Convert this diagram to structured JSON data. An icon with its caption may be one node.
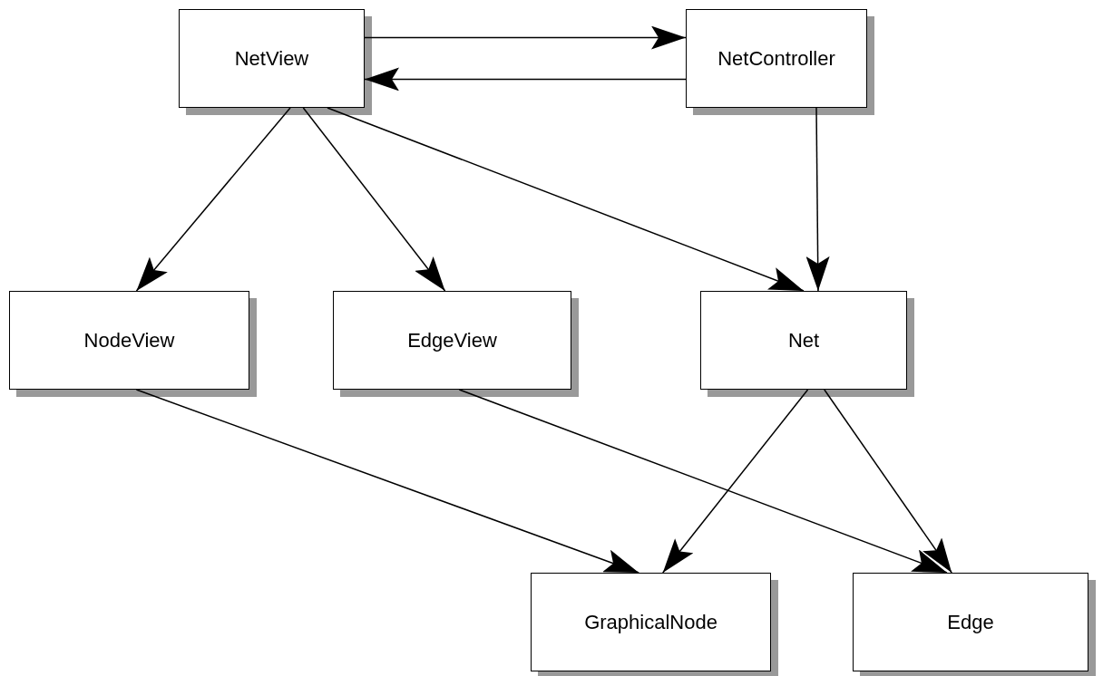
{
  "diagram": {
    "nodes": [
      {
        "text": [
          "NetView"
        ]
      },
      {
        "text": [
          "NetController"
        ]
      },
      {
        "text": [
          "NodeView"
        ]
      },
      {
        "text": [
          "EdgeView"
        ]
      },
      {
        "text": [
          "Net"
        ]
      },
      {
        "text": [
          "GraphicalNode"
        ]
      },
      {
        "text": [
          "Edge"
        ]
      }
    ],
    "edges": [
      {
        "from": 0,
        "to": 1,
        "arrow": "to"
      },
      {
        "from": 1,
        "to": 0,
        "arrow": "to"
      },
      {
        "from": 0,
        "to": 2,
        "arrow": "to"
      },
      {
        "from": 0,
        "to": 3,
        "arrow": "to"
      },
      {
        "from": 0,
        "to": 4,
        "arrow": "to"
      },
      {
        "from": 1,
        "to": 4,
        "arrow": "to"
      },
      {
        "from": 2,
        "to": 5,
        "arrow": "to"
      },
      {
        "from": 3,
        "to": 6,
        "arrow": "to"
      },
      {
        "from": 4,
        "to": 5,
        "arrow": "to"
      },
      {
        "from": 4,
        "to": 6,
        "arrow": "to"
      }
    ]
  }
}
